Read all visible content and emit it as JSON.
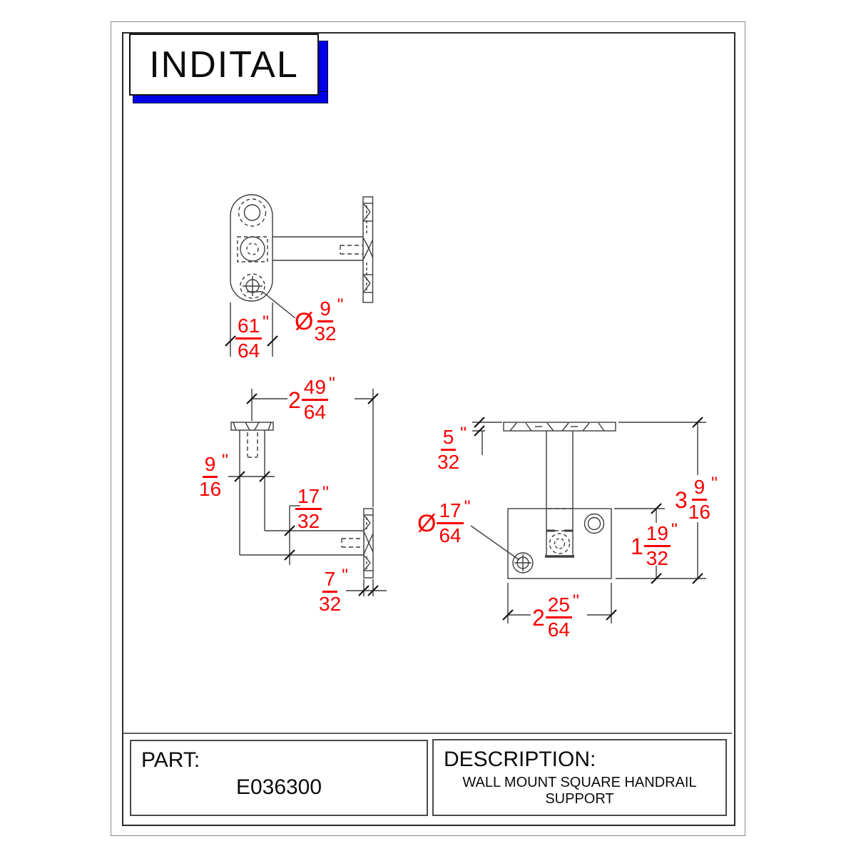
{
  "logo": {
    "text": "INDITAL"
  },
  "title_block": {
    "part_label": "PART:",
    "part_number": "E036300",
    "description_label": "DESCRIPTION:",
    "description": "WALL MOUNT SQUARE HANDRAIL SUPPORT"
  },
  "colors": {
    "dimension_red": "#F70000",
    "logo_blue": "#0000E6",
    "line_gray": "#3C3C3C"
  },
  "dims": {
    "d61_64": {
      "num": "61",
      "den": "64",
      "unit": "\""
    },
    "dia9_32": {
      "prefix": "Ø",
      "num": "9",
      "den": "32",
      "unit": "\""
    },
    "d2_49_64": {
      "whole": "2",
      "num": "49",
      "den": "64",
      "unit": "\""
    },
    "d9_16": {
      "num": "9",
      "den": "16",
      "unit": "\""
    },
    "d17_32": {
      "num": "17",
      "den": "32",
      "unit": "\""
    },
    "d7_32": {
      "num": "7",
      "den": "32",
      "unit": "\""
    },
    "d5_32": {
      "num": "5",
      "den": "32",
      "unit": "\""
    },
    "d3_9_16": {
      "whole": "3",
      "num": "9",
      "den": "16",
      "unit": "\""
    },
    "d1_19_32": {
      "whole": "1",
      "num": "19",
      "den": "32",
      "unit": "\""
    },
    "d2_25_64": {
      "whole": "2",
      "num": "25",
      "den": "64",
      "unit": "\""
    },
    "dia17_64": {
      "prefix": "Ø",
      "num": "17",
      "den": "64",
      "unit": "\""
    }
  }
}
